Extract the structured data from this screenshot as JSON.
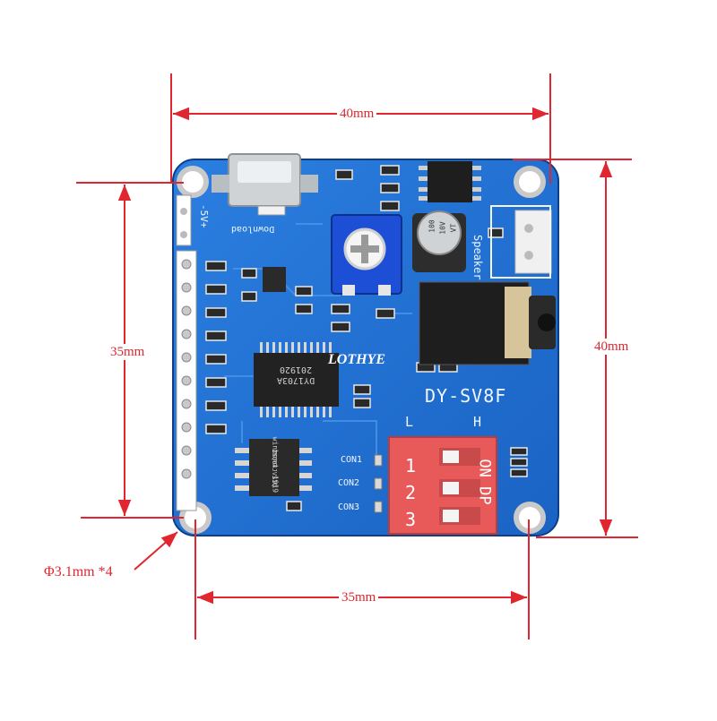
{
  "dimensions": {
    "top_width": "40mm",
    "right_height": "40mm",
    "left_height": "35mm",
    "bottom_width": "35mm",
    "hole_note": "Φ3.1mm *4"
  },
  "board": {
    "model": "DY-SV8F",
    "volume_low": "L",
    "volume_high": "H",
    "speaker_label": "Speaker",
    "download_label": "Download",
    "power_label": "-5V+",
    "con_labels": [
      "CON1",
      "CON2",
      "CON3"
    ],
    "dip_numbers": [
      "1",
      "2",
      "3"
    ],
    "dip_label": "ON DP",
    "capacitor_text": [
      "100",
      "10V",
      "VT"
    ],
    "main_chip_text": [
      "DY1703A",
      "201920"
    ],
    "flash_chip_text": [
      "winbond",
      "25Q64JVSIQ",
      "1919"
    ],
    "watermark": "LOTHYE"
  },
  "colors": {
    "dimension_line": "#e0262e",
    "pcb": "#1f6fd0",
    "dip_switch": "#e85a5a"
  }
}
